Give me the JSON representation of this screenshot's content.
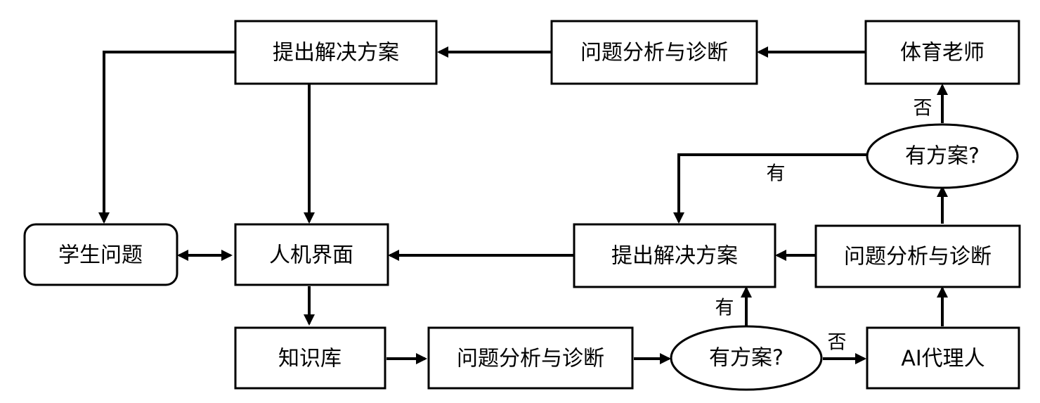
{
  "nodes": {
    "teacher": "体育老师",
    "analysis_top": "问题分析与诊断",
    "solution_top": "提出解决方案",
    "student_question": "学生问题",
    "hci": "人机界面",
    "solution_mid": "提出解决方案",
    "analysis_mid": "问题分析与诊断",
    "decision_upper": "有方案?",
    "knowledge_base": "知识库",
    "analysis_bottom": "问题分析与诊断",
    "decision_lower": "有方案?",
    "ai_agent": "AI代理人"
  },
  "edge_labels": {
    "upper_no": "否",
    "upper_yes": "有",
    "lower_yes": "有",
    "lower_no": "否"
  }
}
